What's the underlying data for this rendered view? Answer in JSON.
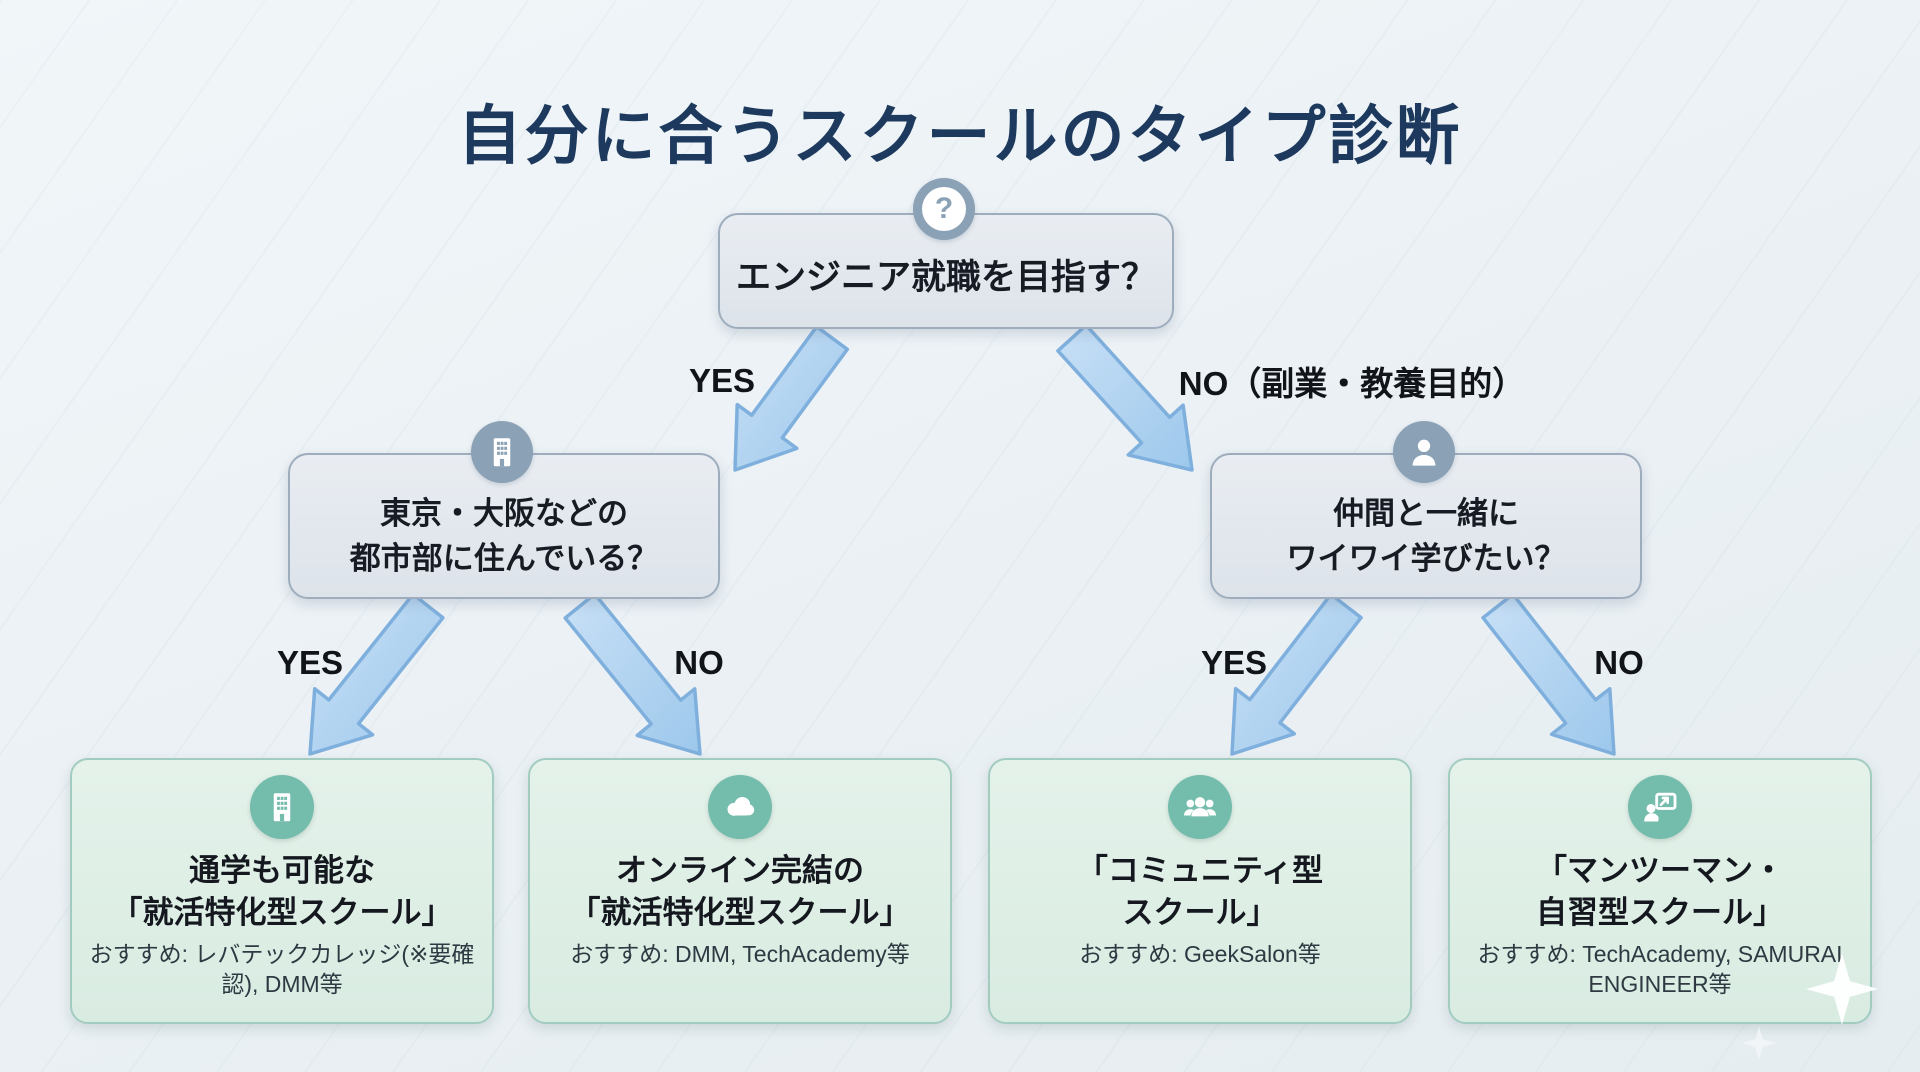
{
  "title": "自分に合うスクールのタイプ診断",
  "colors": {
    "background": "#edf2f6",
    "title_text": "#1d3a5e",
    "question_box_fill": "#e2e7ee",
    "question_box_border": "#9eadbd",
    "question_badge": "#8ba1b5",
    "result_box_fill": "#def0e7",
    "result_box_border": "#a3ccc0",
    "result_badge": "#74bcab",
    "arrow_fill_light": "#c6def5",
    "arrow_fill_dark": "#9dc8ec",
    "arrow_border": "#7fb0dd",
    "label_text": "#111418"
  },
  "root": {
    "icon": "question-icon",
    "badge_glyph": "?",
    "text": "エンジニア就職を目指す？"
  },
  "branch_labels": {
    "root_yes": "YES",
    "root_no": "NO（副業・教養目的）",
    "left_yes": "YES",
    "left_no": "NO",
    "right_yes": "YES",
    "right_no": "NO"
  },
  "questions": [
    {
      "icon": "building-icon",
      "lines": [
        "東京・大阪などの",
        "都市部に住んでいる？"
      ]
    },
    {
      "icon": "person-icon",
      "lines": [
        "仲間と一緒に",
        "ワイワイ学びたい？"
      ]
    }
  ],
  "results": [
    {
      "icon": "building-icon",
      "title_lines": [
        "通学も可能な",
        "「就活特化型スクール」"
      ],
      "recommend": "おすすめ: レバテックカレッジ(※要確認), DMM等"
    },
    {
      "icon": "cloud-icon",
      "title_lines": [
        "オンライン完結の",
        "「就活特化型スクール」"
      ],
      "recommend": "おすすめ: DMM, TechAcademy等"
    },
    {
      "icon": "group-icon",
      "title_lines": [
        "「コミュニティ型",
        "スクール」"
      ],
      "recommend": "おすすめ: GeekSalon等"
    },
    {
      "icon": "mentor-icon",
      "title_lines": [
        "「マンツーマン・",
        "自習型スクール」"
      ],
      "recommend": "おすすめ: TechAcademy, SAMURAI ENGINEER等"
    }
  ]
}
